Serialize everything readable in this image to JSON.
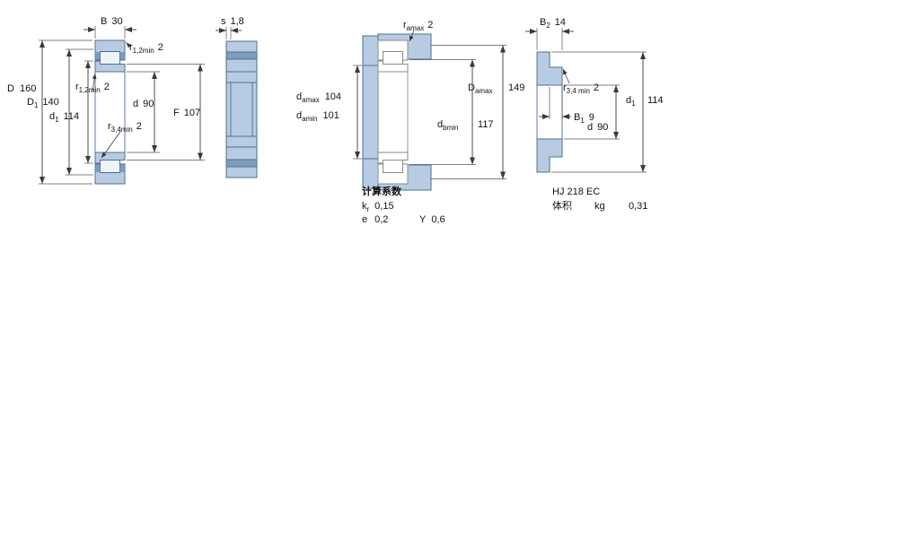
{
  "figure1": {
    "B": {
      "base": "B",
      "val": "30"
    },
    "r12_top": {
      "base": "r",
      "sub": "1,2min",
      "val": "2"
    },
    "D": {
      "base": "D",
      "val": "160"
    },
    "D1": {
      "base": "D",
      "sub": "1",
      "val": "140"
    },
    "d1": {
      "base": "d",
      "sub": "1",
      "val": "114"
    },
    "r12_mid": {
      "base": "r",
      "sub": "1,2min",
      "val": "2"
    },
    "d": {
      "base": "d",
      "val": "90"
    },
    "r34": {
      "base": "r",
      "sub": "3,4min",
      "val": "2"
    },
    "F": {
      "base": "F",
      "val": "107"
    }
  },
  "figure2": {
    "s": {
      "base": "s",
      "val": "1,8"
    }
  },
  "figure3": {
    "r_amax": {
      "base": "r",
      "sub": "amax",
      "val": "2"
    },
    "d_amax": {
      "base": "d",
      "sub": "amax",
      "val": "104"
    },
    "d_amin": {
      "base": "d",
      "sub": "amin",
      "val": "101"
    },
    "D_amax": {
      "base": "D",
      "sub": "amax",
      "val": "149"
    },
    "d_bmin": {
      "base": "d",
      "sub": "bmin",
      "val": "117"
    }
  },
  "figure4": {
    "B2": {
      "base": "B",
      "sub": "2",
      "val": "14"
    },
    "r34": {
      "base": "r",
      "sub": "3,4 min",
      "val": "2"
    },
    "d1": {
      "base": "d",
      "sub": "1",
      "val": "114"
    },
    "B1": {
      "base": "B",
      "sub": "1",
      "val": "9"
    },
    "d": {
      "base": "d",
      "val": "90"
    }
  },
  "calculation_factors": {
    "title": "计算系数",
    "kr": {
      "base": "k",
      "sub": "r",
      "val": "0,15"
    },
    "e": {
      "base": "e",
      "val": "0,2"
    },
    "Y": {
      "base": "Y",
      "val": "0,6"
    }
  },
  "angle_ring": {
    "designation": "HJ 218 EC",
    "mass_label": "体积",
    "mass_unit": "kg",
    "mass_value": "0,31"
  },
  "colors": {
    "section_fill": "#b7cce3",
    "section_dark": "#7e9cbc",
    "outline": "#4f6f92",
    "dimension": "#3a3a3a",
    "background": "#ffffff"
  }
}
